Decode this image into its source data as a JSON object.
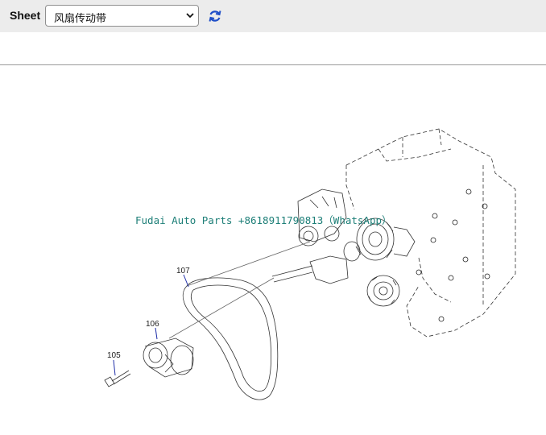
{
  "toolbar": {
    "sheet_label": "Sheet",
    "sheet_select": {
      "selected": "风扇传动带",
      "chevron_icon": "chevron-down-icon"
    },
    "refresh_icon": "refresh-icon"
  },
  "diagram": {
    "watermark": "Fudai Auto Parts +8618911790813（WhatsApp）",
    "callouts": {
      "c107": "107",
      "c106": "106",
      "c105": "105"
    }
  },
  "colors": {
    "toolbar_bg": "#ececec",
    "watermark": "#1e7f78",
    "leader_line": "#1f2ea8",
    "refresh_icon": "#1f4fc8"
  }
}
